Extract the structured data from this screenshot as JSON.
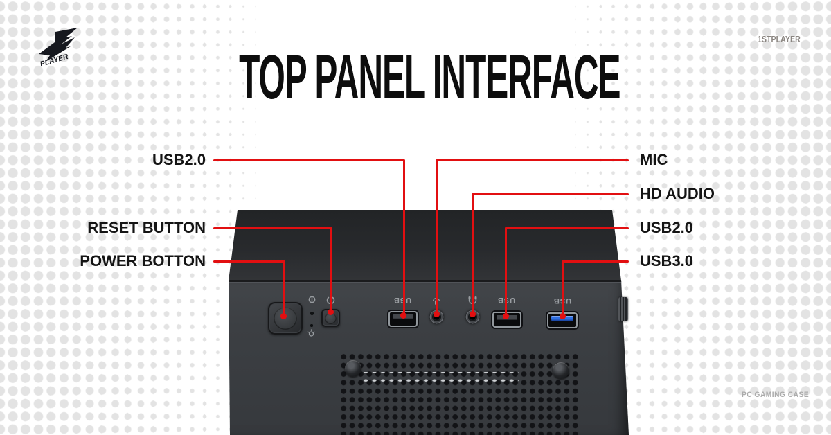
{
  "brand": {
    "logo_word": "PLAYER",
    "top_right_text": "1STPLAYER",
    "bottom_right_text": "PC GAMING CASE"
  },
  "title": "TOP PANEL INTERFACE",
  "callouts": {
    "left": [
      {
        "label": "USB2.0"
      },
      {
        "label": "RESET BUTTON"
      },
      {
        "label": "POWER BOTTON"
      }
    ],
    "right": [
      {
        "label": "MIC"
      },
      {
        "label": "HD AUDIO"
      },
      {
        "label": "USB2.0"
      },
      {
        "label": "USB3.0"
      }
    ]
  },
  "panel": {
    "usb_print": "USB",
    "icons": [
      "hdd-led-icon",
      "power-icon",
      "mic-icon",
      "headphone-icon",
      "lamp-icon"
    ]
  },
  "colors": {
    "accent_red": "#e20f11",
    "dot_gray": "#e3e3e3",
    "brand_gray": "#8a8580",
    "tagline_gray": "#ababab",
    "bezel_dark": "#27292c",
    "face_gray": "#3c3f43",
    "usb3_blue": "#2f6fe0"
  }
}
